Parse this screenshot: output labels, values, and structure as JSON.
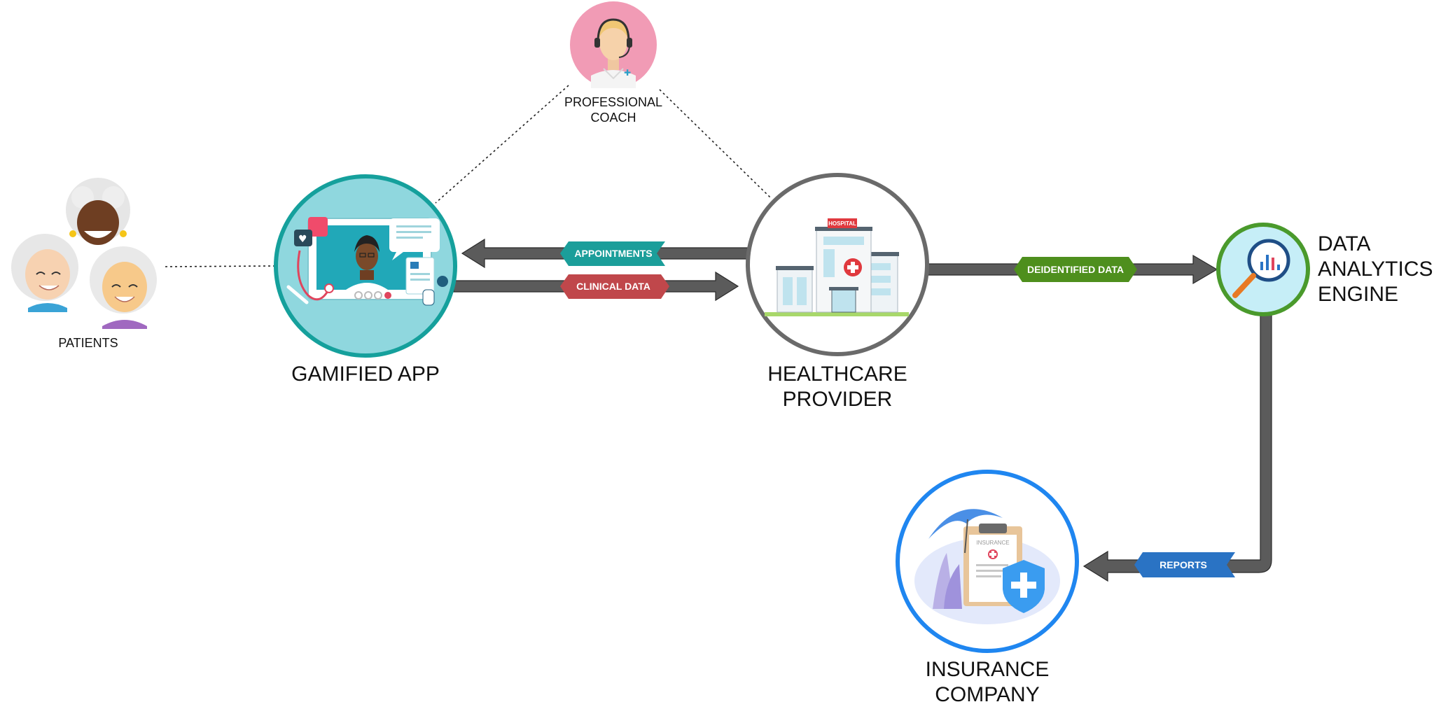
{
  "nodes": {
    "coach": {
      "label_lines": [
        "PROFESSIONAL",
        "COACH"
      ]
    },
    "patients": {
      "label": "PATIENTS"
    },
    "app": {
      "label": "GAMIFIED APP"
    },
    "provider": {
      "label_lines": [
        "HEALTHCARE",
        "PROVIDER"
      ],
      "sign": "HOSPITAL"
    },
    "analytics": {
      "label_lines": [
        "DATA",
        "ANALYTICS",
        "ENGINE"
      ]
    },
    "insurance": {
      "label_lines": [
        "INSURANCE",
        "COMPANY"
      ],
      "doc_title": "INSURANCE"
    }
  },
  "flows": {
    "appointments": {
      "label": "APPOINTMENTS",
      "color": "#1b9e9a"
    },
    "clinical": {
      "label": "CLINICAL DATA",
      "color": "#c0474b"
    },
    "deidentified": {
      "label": "DEIDENTIFIED DATA",
      "color": "#4e8f1d"
    },
    "reports": {
      "label": "REPORTS",
      "color": "#2a73c4"
    }
  },
  "colors": {
    "arrow": "#5b5b5b",
    "app_ring": "#15a09c",
    "app_fill": "#8fd7de",
    "provider_ring": "#6a6a6a",
    "analytics_ring": "#4a9a2c",
    "insurance_ring": "#1f86f0",
    "coach_fill": "#f19bb5"
  }
}
